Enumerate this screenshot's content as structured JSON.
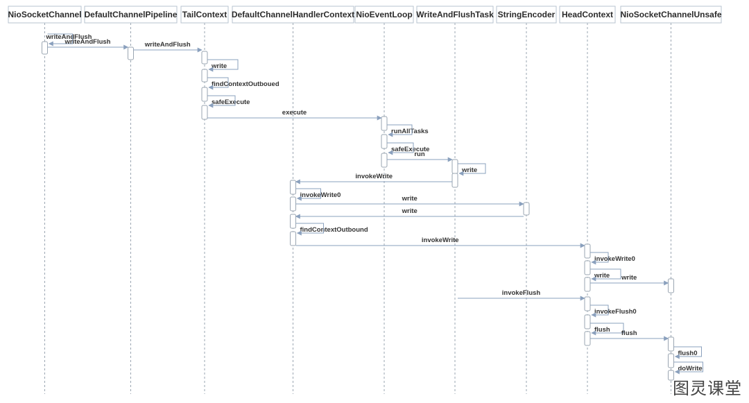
{
  "participants": [
    "NioSocketChannel",
    "DefaultChannelPipeline",
    "TailContext",
    "DefaultChannelHandlerContext",
    "NioEventLoop",
    "WriteAndFlushTask",
    "StringEncoder",
    "HeadContext",
    "NioSocketChannelUnsafe"
  ],
  "messages": [
    {
      "from": 0,
      "to": 0,
      "label": "writeAndFlush"
    },
    {
      "from": 0,
      "to": 1,
      "label": "writeAndFlush"
    },
    {
      "from": 1,
      "to": 2,
      "label": "writeAndFlush"
    },
    {
      "from": 2,
      "to": 2,
      "label": "write"
    },
    {
      "from": 2,
      "to": 2,
      "label": "findContextOutboued"
    },
    {
      "from": 2,
      "to": 2,
      "label": "safeExecute"
    },
    {
      "from": 2,
      "to": 4,
      "label": "execute"
    },
    {
      "from": 4,
      "to": 4,
      "label": "runAllTasks"
    },
    {
      "from": 4,
      "to": 4,
      "label": "safeExecute"
    },
    {
      "from": 4,
      "to": 5,
      "label": "run"
    },
    {
      "from": 5,
      "to": 5,
      "label": "write"
    },
    {
      "from": 5,
      "to": 3,
      "label": "invokeWrite"
    },
    {
      "from": 3,
      "to": 3,
      "label": "invokeWrite0"
    },
    {
      "from": 3,
      "to": 6,
      "label": "write"
    },
    {
      "from": 6,
      "to": 3,
      "label": "write"
    },
    {
      "from": 3,
      "to": 3,
      "label": "findContextOutbound"
    },
    {
      "from": 3,
      "to": 7,
      "label": "invokeWrite"
    },
    {
      "from": 7,
      "to": 7,
      "label": "invokeWrite0"
    },
    {
      "from": 7,
      "to": 7,
      "label": "write"
    },
    {
      "from": 7,
      "to": 8,
      "label": "write"
    },
    {
      "from": 5,
      "to": 7,
      "label": "invokeFlush"
    },
    {
      "from": 7,
      "to": 7,
      "label": "invokeFlush0"
    },
    {
      "from": 7,
      "to": 7,
      "label": "flush"
    },
    {
      "from": 7,
      "to": 8,
      "label": "flush"
    },
    {
      "from": 8,
      "to": 8,
      "label": "flush0"
    },
    {
      "from": 8,
      "to": 8,
      "label": "doWrite"
    }
  ],
  "watermark": "图灵课堂"
}
